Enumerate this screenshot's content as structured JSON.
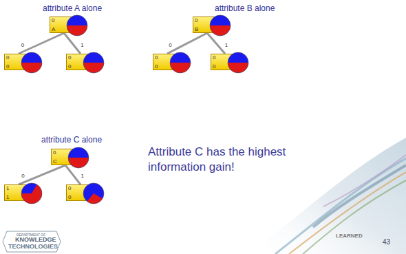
{
  "diagram": {
    "nodes": [
      {
        "text": [
          "0",
          "A"
        ]
      },
      {
        "text": [
          "0",
          "0"
        ]
      },
      {
        "text": [
          "0",
          "0"
        ]
      },
      {
        "text": [
          "0",
          "B"
        ]
      },
      {
        "text": [
          "0",
          "0"
        ]
      },
      {
        "text": [
          "0",
          "0"
        ]
      },
      {
        "text": [
          "0",
          "C"
        ]
      },
      {
        "text": [
          "1",
          "1"
        ]
      },
      {
        "text": [
          "0",
          "0"
        ]
      }
    ],
    "edges": [
      {
        "from": 0,
        "to": 1,
        "label": "0",
        "arrow": "none"
      },
      {
        "from": 0,
        "to": 2,
        "label": "1",
        "arrow": "none"
      },
      {
        "from": 3,
        "to": 4,
        "label": "0",
        "arrow": "none"
      },
      {
        "from": 3,
        "to": 5,
        "label": "1",
        "arrow": "none"
      },
      {
        "from": 6,
        "to": 7,
        "label": "0",
        "arrow": "none"
      },
      {
        "from": 6,
        "to": 8,
        "label": "1",
        "arrow": "none"
      }
    ],
    "labels": [
      "attribute A alone",
      "attribute B alone",
      "attribute C alone",
      "Attribute C has the highest information gain!",
      "43",
      "DEPARTMENT OF",
      "KNOWLEDGE",
      "TECHNOLOGIES",
      "LEARNED"
    ]
  }
}
